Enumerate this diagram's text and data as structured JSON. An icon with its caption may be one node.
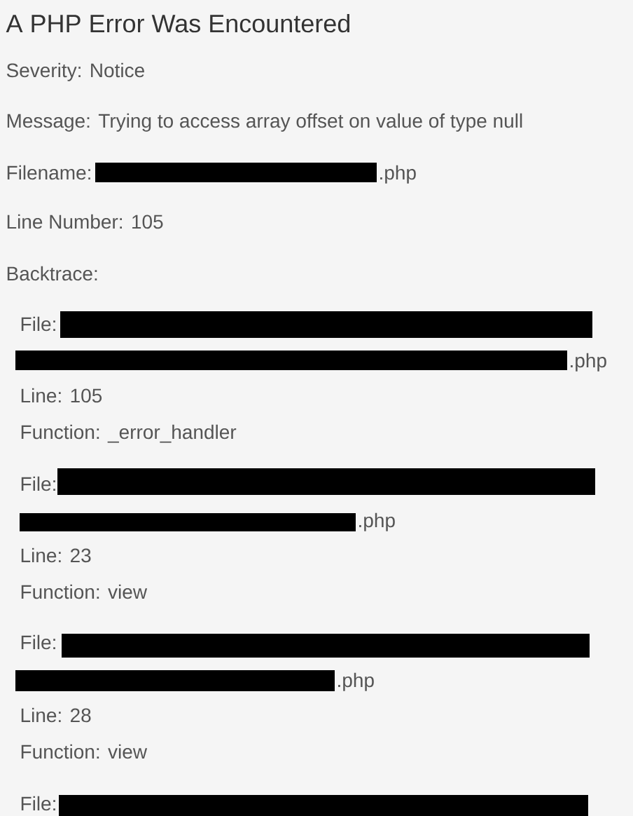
{
  "diagram": {
    "title": "A PHP Error Was Encountered",
    "labels": [
      "Severity: Notice",
      "Message: Trying to access array offset on value of type null",
      "Filename:",
      ".php",
      "Line Number: 105",
      "Backtrace:",
      "File:",
      ".php",
      "Line: 105",
      "Function: _error_handler",
      "File:",
      ".php",
      "Line: 23",
      "Function: view",
      "File:",
      ".php",
      "Line: 28",
      "Function: view",
      "File:"
    ]
  }
}
